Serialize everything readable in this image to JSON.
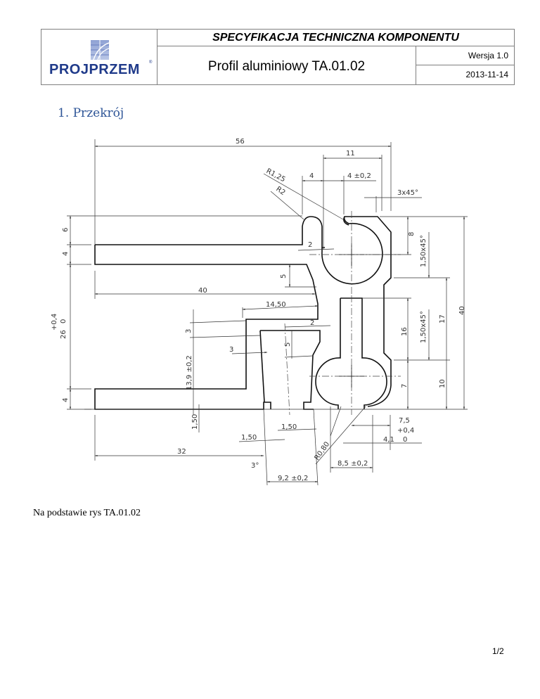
{
  "header": {
    "company_logo_text": "PROJPRZEM",
    "logo_registered_mark": "®",
    "document_type": "SPECYFIKACJA TECHNICZNA KOMPONENTU",
    "component_name": "Profil aluminiowy TA.01.02",
    "version": "Wersja 1.0",
    "date": "2013-11-14"
  },
  "section": {
    "heading": "1. Przekrój"
  },
  "drawing": {
    "dimensions": {
      "overall_width": "56",
      "slot_width": "11",
      "gap_4": "4",
      "slot_4_tol": "4 ±0,2",
      "chamfer_top": "3x45°",
      "radius_small": "R1,25",
      "radius_r2": "R2",
      "left_top_offset": "6",
      "left_arm_thickness_top": "4",
      "gap_2_top": "2",
      "depth_5_top": "5",
      "arm_length_40": "40",
      "dim_14_50": "14,50",
      "dim_3_upper": "3",
      "gap_2_mid": "2",
      "depth_5_mid": "5",
      "wall_3": "3",
      "dim_13_9": "13,9 ±0,2",
      "height_26_main": "26",
      "height_26_tol_upper": "+0,4",
      "height_26_tol_lower": "0",
      "left_arm_thickness_bottom": "4",
      "dim_1_50_vertical": "1,50",
      "dim_1_50_a": "1,50",
      "dim_1_50_b": "1,50",
      "arm_length_32": "32",
      "angle_3": "3°",
      "dim_9_2": "9,2 ±0,2",
      "radius_r0_80": "R0,80",
      "dim_8_5": "8,5 ±0,2",
      "dim_7_5": "7,5",
      "dim_4_1_tol_upper": "+0,4",
      "dim_4_1": "4,1",
      "dim_4_1_tol_lower": "0",
      "height_8": "8",
      "chamfer_1_50_upper": "1,50x45°",
      "chamfer_1_50_lower": "1,50x45°",
      "height_16": "16",
      "height_17": "17",
      "height_7": "7",
      "height_10": "10",
      "overall_height": "40"
    }
  },
  "caption": "Na podstawie rys TA.01.02",
  "footer": {
    "page_number": "1/2"
  }
}
